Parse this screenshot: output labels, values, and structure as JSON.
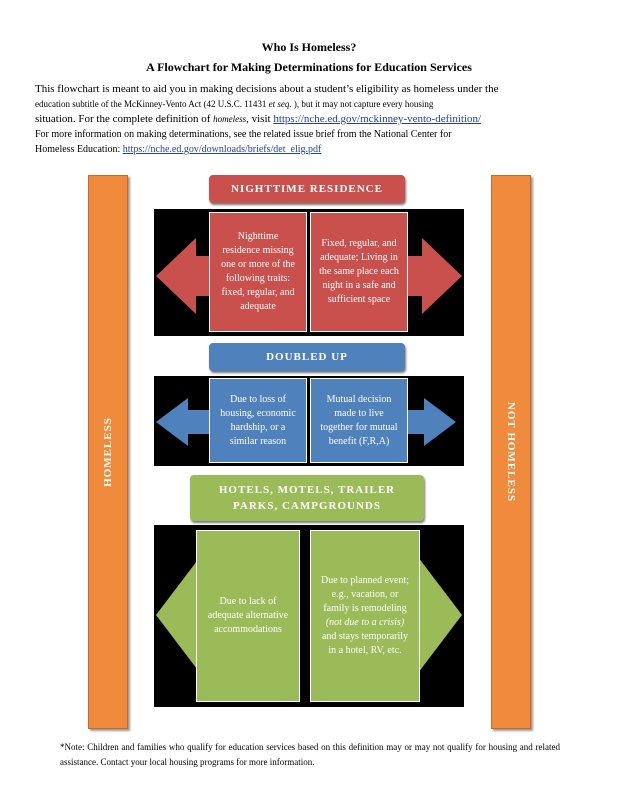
{
  "title": "Who Is Homeless?",
  "subtitle": "A Flowchart for Making Determinations for Education Services",
  "intro": {
    "line1": "This flowchart is meant to aid you in making decisions about a student’s eligibility as homeless under the",
    "line2a": "education subtitle of the McKinney-Vento Act (42 U.S.C. 11431",
    "line2b": "et seq.",
    "line2c": "), but it may not capture every housing",
    "line3a": "situation. For the complete definition of",
    "line3b": "homeless",
    "line3c": ", visit",
    "link1": "https://nche.ed.gov/mckinney-vento-definition/",
    "line4": "For more information on making determinations, see the related issue brief from the National Center for",
    "line5a": "Homeless Education:",
    "link2": "https://nche.ed.gov/downloads/briefs/det_elig.pdf"
  },
  "sides": {
    "left": "HOMELESS",
    "right": "NOT HOMELESS"
  },
  "sections": [
    {
      "header": "NIGHTTIME RESIDENCE",
      "left": "Nighttime residence missing one or more of the following traits: fixed, regular, and adequate",
      "right": "Fixed, regular, and adequate; Living in the same place each night in a safe and sufficient space"
    },
    {
      "header": "DOUBLED UP",
      "left": "Due to loss of housing, economic hardship, or a similar reason",
      "right": "Mutual decision made to live together for mutual benefit (F,R,A)"
    },
    {
      "header": "HOTELS, MOTELS, TRAILER PARKS, CAMPGROUNDS",
      "left": "Due to lack of adequate alternative accommodations",
      "right_a": "Due to planned event; e.g., vacation, or family is remodeling",
      "right_b": "(not due to a crisis)",
      "right_c": "and stays temporarily in a hotel, RV, etc."
    }
  ],
  "colors": {
    "red": "#c9504c",
    "blue": "#4f81bd",
    "green": "#9bbb59",
    "orange": "#f08a3c"
  },
  "note": "*Note: Children and families who qualify for education services based on this definition may or may not qualify for housing and related assistance. Contact your local housing programs for more information."
}
